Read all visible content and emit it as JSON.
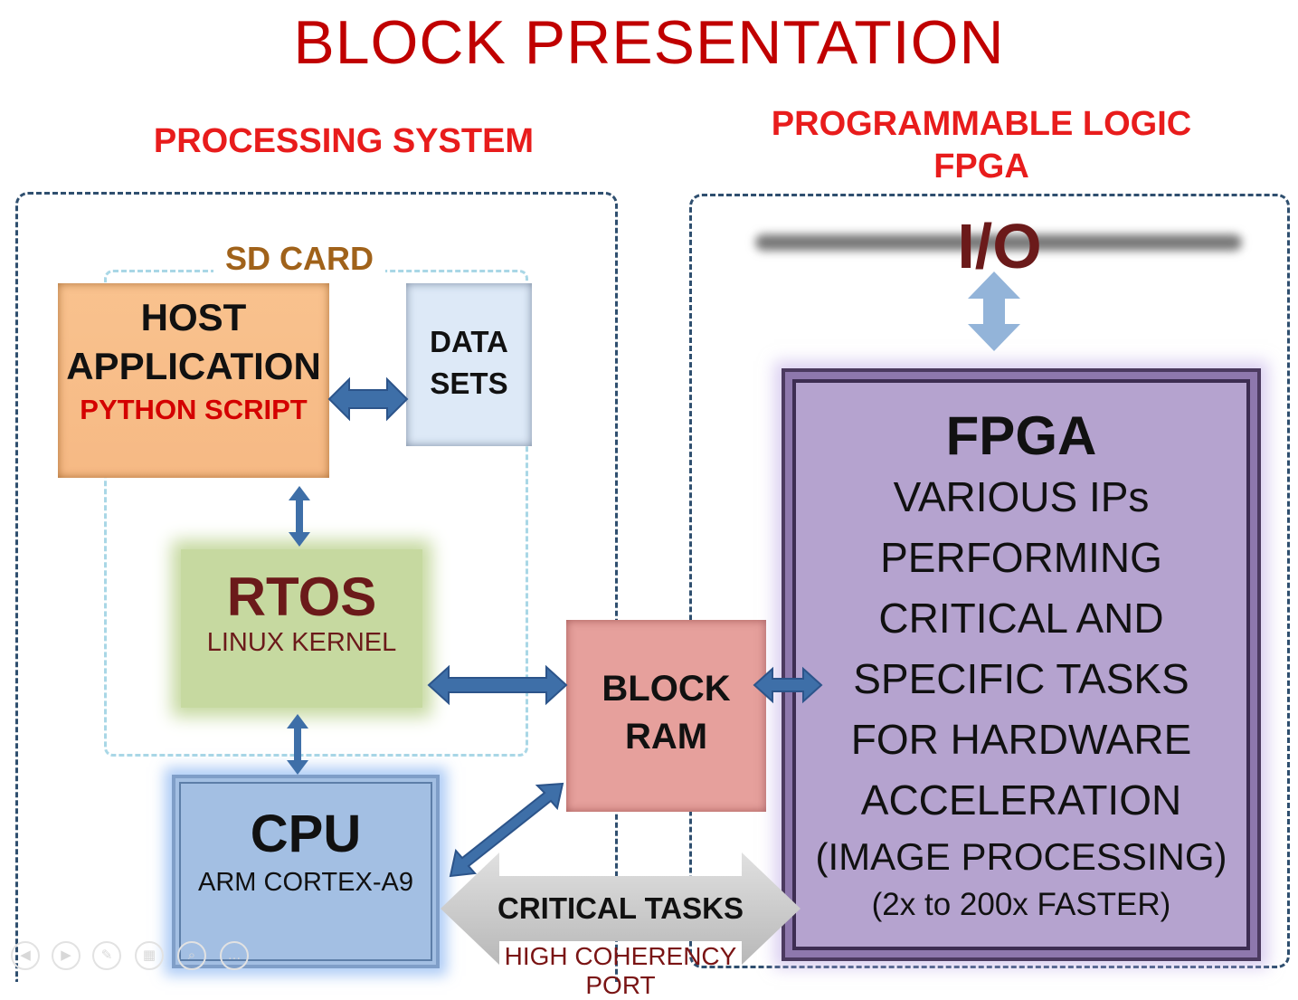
{
  "title": "BLOCK PRESENTATION",
  "processing_system": {
    "heading": "PROCESSING SYSTEM"
  },
  "programmable_logic": {
    "heading_line1": "PROGRAMMABLE LOGIC",
    "heading_line2": "FPGA"
  },
  "sd_card": {
    "label": "SD CARD"
  },
  "host_application": {
    "line1": "HOST",
    "line2": "APPLICATION",
    "line3": "PYTHON SCRIPT"
  },
  "data_sets": {
    "line1": "DATA",
    "line2": "SETS"
  },
  "rtos": {
    "title": "RTOS",
    "subtitle": "LINUX KERNEL"
  },
  "block_ram": {
    "line1": "BLOCK",
    "line2": "RAM"
  },
  "cpu": {
    "title": "CPU",
    "subtitle": "ARM CORTEX-A9"
  },
  "io": {
    "label": "I/O"
  },
  "fpga": {
    "title": "FPGA",
    "lines": [
      "VARIOUS IPs",
      "PERFORMING",
      "CRITICAL AND",
      "SPECIFIC TASKS",
      "FOR HARDWARE",
      "ACCELERATION"
    ],
    "line_paren": "(IMAGE PROCESSING)",
    "speed": "(2x to 200x FASTER)"
  },
  "critical_tasks": {
    "label": "CRITICAL TASKS",
    "port": "HIGH COHERENCY PORT"
  },
  "colors": {
    "title": "#c00000",
    "heading": "#e81c1c",
    "arrow_blue": "#3e6fa8",
    "arrow_light": "#93b4d9"
  },
  "slideshow_controls": [
    "previous-icon",
    "next-icon",
    "pen-icon",
    "slides-icon",
    "zoom-icon",
    "more-icon"
  ]
}
